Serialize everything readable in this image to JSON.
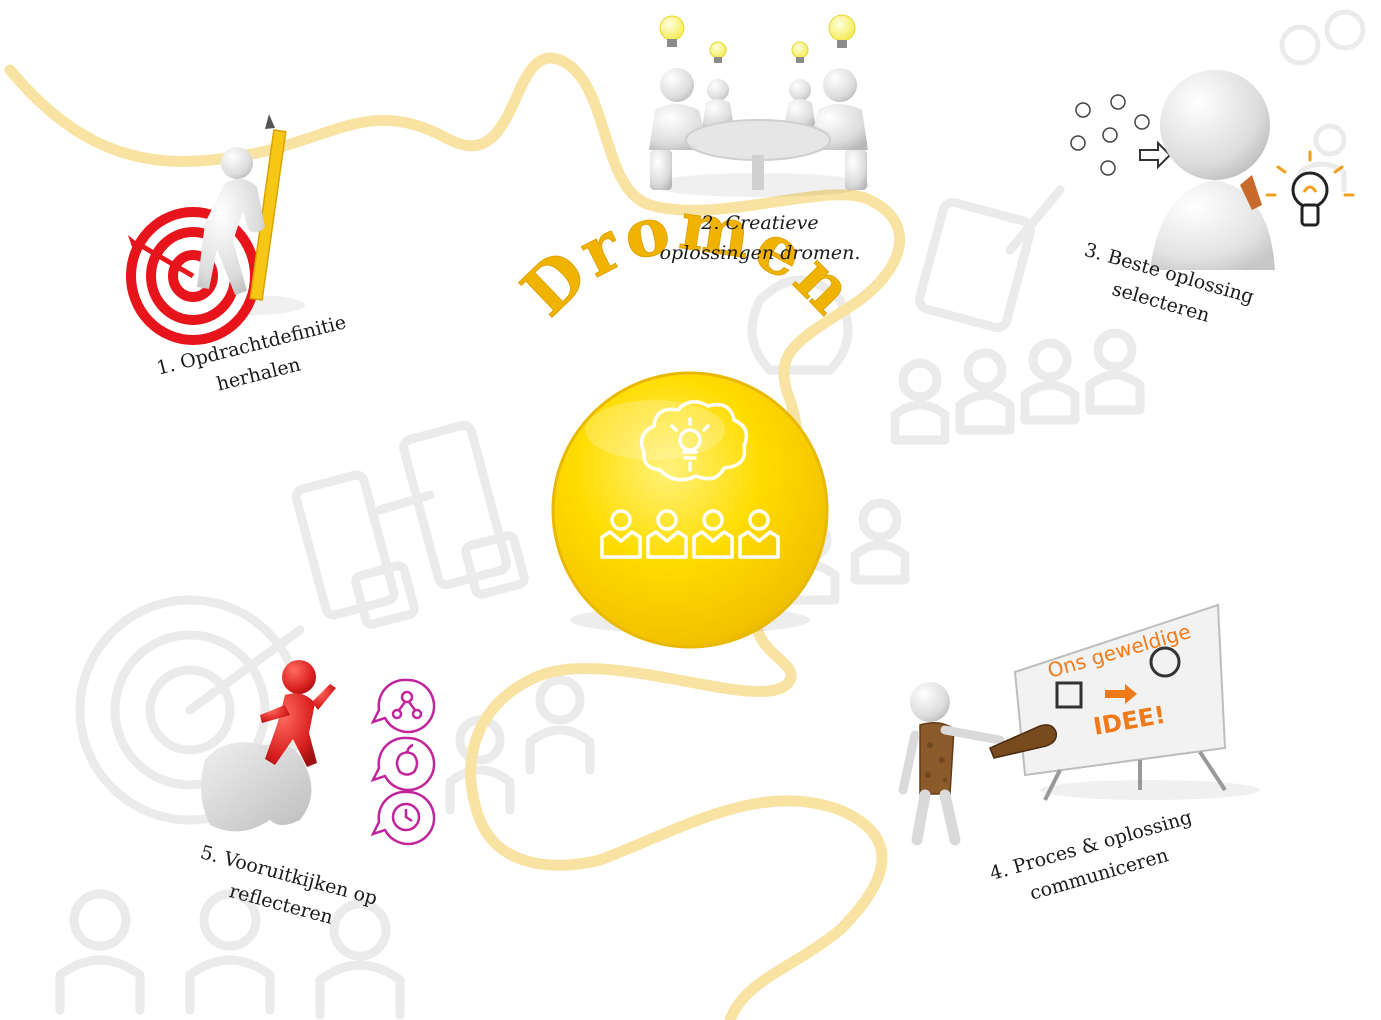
{
  "title": "Dromen",
  "steps": [
    {
      "number": "1.",
      "line1": "Opdrachtdefinitie",
      "line2": "herhalen"
    },
    {
      "number": "2.",
      "line1": "Creatieve",
      "line2": "oplossingen dromen."
    },
    {
      "number": "3.",
      "line1": "Beste oplossing",
      "line2": "selecteren"
    },
    {
      "number": "4.",
      "line1": "Proces & oplossing",
      "line2": "communiceren"
    },
    {
      "number": "5.",
      "line1": "Vooruitkijken op",
      "line2": "reflecteren"
    }
  ],
  "flipchart": {
    "line1": "Ons geweldige",
    "line2": "IDEE!"
  },
  "colors": {
    "accent_yellow": "#f5d300",
    "title_orange": "#f0b400",
    "path_yellow": "#f9e3a3",
    "target_red": "#e8141b",
    "runner_red": "#d9201f",
    "icon_magenta": "#c1249b",
    "flip_orange": "#f07a1a",
    "watermark_gray": "#e8e8e8"
  },
  "icons": [
    "brain-lightbulb-icon",
    "team-people-icon",
    "target-icon",
    "binoculars-icon",
    "magnifier-icon",
    "clock-icon",
    "network-icon",
    "apple-icon"
  ]
}
